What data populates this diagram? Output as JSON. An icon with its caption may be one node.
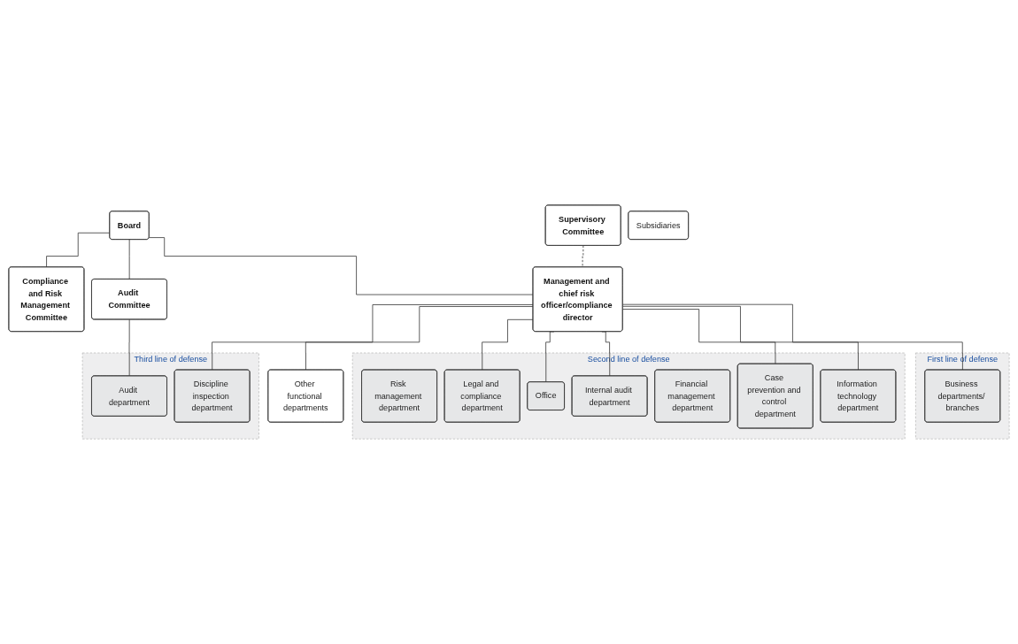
{
  "diagram": {
    "nodes": [
      {
        "text": [
          "Board"
        ]
      },
      {
        "text": [
          "Supervisory Committee"
        ]
      },
      {
        "text": [
          "Compliance and Risk Management Committee"
        ]
      },
      {
        "text": [
          "Audit Committee"
        ]
      },
      {
        "text": [
          "Management and chief risk officer/compliance director"
        ]
      },
      {
        "text": [
          "First line of defense"
        ]
      },
      {
        "text": [
          "Business departments/ branches"
        ],
        "in": 5
      },
      {
        "text": [
          "Second line of defense"
        ]
      },
      {
        "text": [
          "Risk management department"
        ],
        "in": 7
      },
      {
        "text": [
          "Legal and compliance department"
        ],
        "in": 7
      },
      {
        "text": [
          "Office"
        ],
        "in": 7
      },
      {
        "text": [
          "Internal audit department"
        ],
        "in": 7
      },
      {
        "text": [
          "Financial management department"
        ],
        "in": 7
      },
      {
        "text": [
          "Case prevention and control department"
        ],
        "in": 7
      },
      {
        "text": [
          "Information technology department"
        ],
        "in": 7
      },
      {
        "text": [
          "Third line of defense"
        ]
      },
      {
        "text": [
          "Audit department"
        ],
        "in": 15
      },
      {
        "text": [
          "Discipline inspection department"
        ],
        "in": 15
      },
      {
        "text": [
          "Other functional departments"
        ]
      },
      {
        "text": [
          "Subsidiaries"
        ]
      }
    ],
    "edges": [
      {
        "from": 0,
        "to": 2,
        "arrow": "none"
      },
      {
        "from": 0,
        "to": 3,
        "arrow": "none"
      },
      {
        "from": 0,
        "to": 4,
        "arrow": "none"
      },
      {
        "from": 1,
        "to": 4,
        "arrow": "none",
        "style": "dashed"
      },
      {
        "from": 4,
        "to": 6,
        "arrow": "none"
      },
      {
        "from": 4,
        "to": 9,
        "arrow": "none"
      },
      {
        "from": 4,
        "to": 10,
        "arrow": "none"
      },
      {
        "from": 4,
        "to": 11,
        "arrow": "none"
      },
      {
        "from": 4,
        "to": 13,
        "arrow": "none"
      },
      {
        "from": 4,
        "to": 14,
        "arrow": "none"
      },
      {
        "from": 3,
        "to": 16,
        "arrow": "none"
      },
      {
        "from": 4,
        "to": 17,
        "arrow": "none"
      },
      {
        "from": 4,
        "to": 18,
        "arrow": "none"
      }
    ]
  }
}
